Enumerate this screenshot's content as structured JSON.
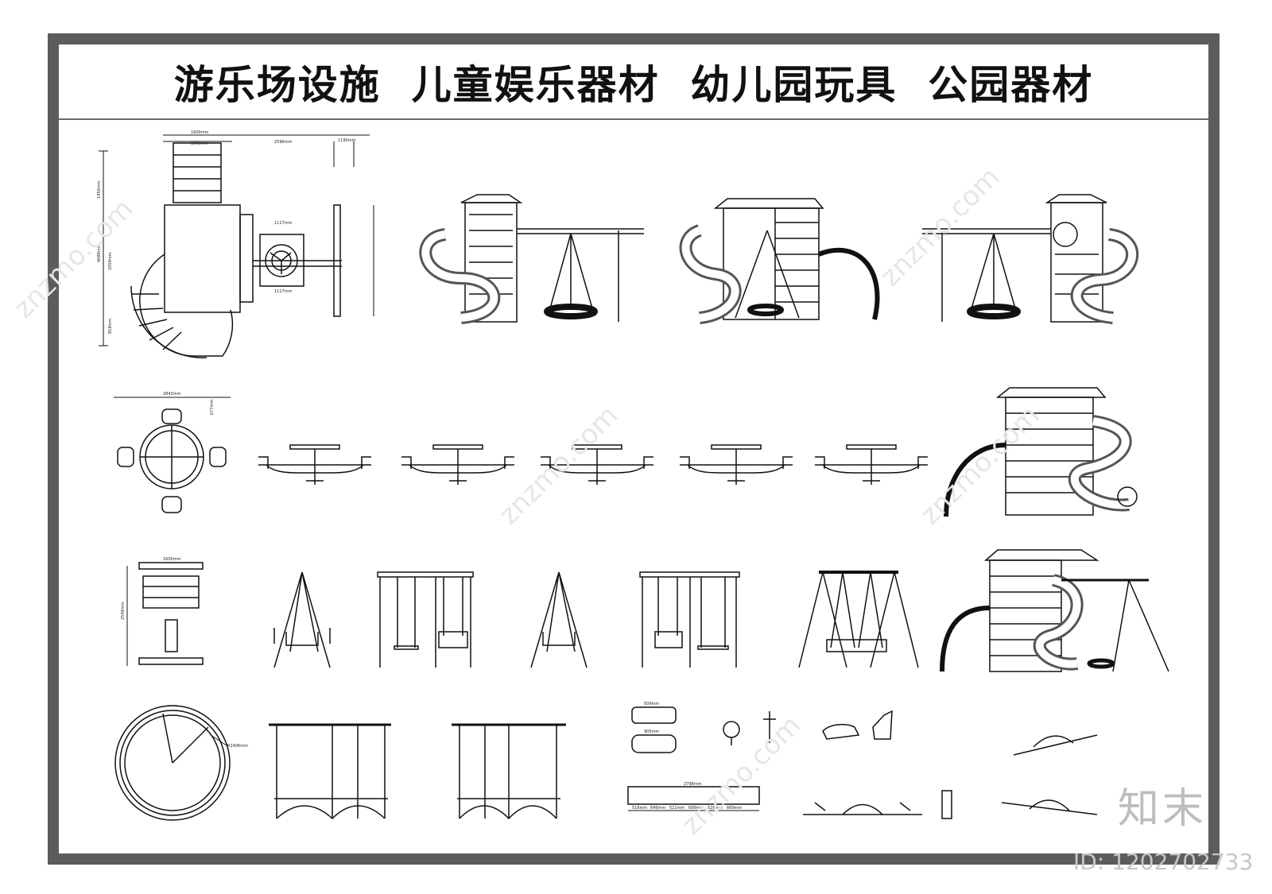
{
  "title": "游乐场设施  儿童娱乐器材  幼儿园玩具  公园器材",
  "watermark": "znzmo.com",
  "logo": "知末",
  "id_label": "ID: 1202702733",
  "dimensions": {
    "plan_top": [
      "1600mm",
      "2596mm",
      "1190mm",
      "1093mm",
      "1450mm",
      "2059mm",
      "4089mm",
      "818mm",
      "1117mm",
      "1117mm"
    ],
    "carousel": [
      "2843mm",
      "677mm"
    ],
    "swing_plan": [
      "1600mm",
      "2549mm"
    ],
    "round_plan": [
      "R1406mm"
    ],
    "rocker_a": [
      "509mm",
      "905mm"
    ],
    "rocker_b": [
      "2798mm",
      "516mm",
      "646mm",
      "521mm",
      "699mm",
      "528mm",
      "669mm"
    ]
  },
  "colors": {
    "line": "#111111",
    "frame": "#5c5c5c",
    "watermark": "#e6e6e6"
  }
}
